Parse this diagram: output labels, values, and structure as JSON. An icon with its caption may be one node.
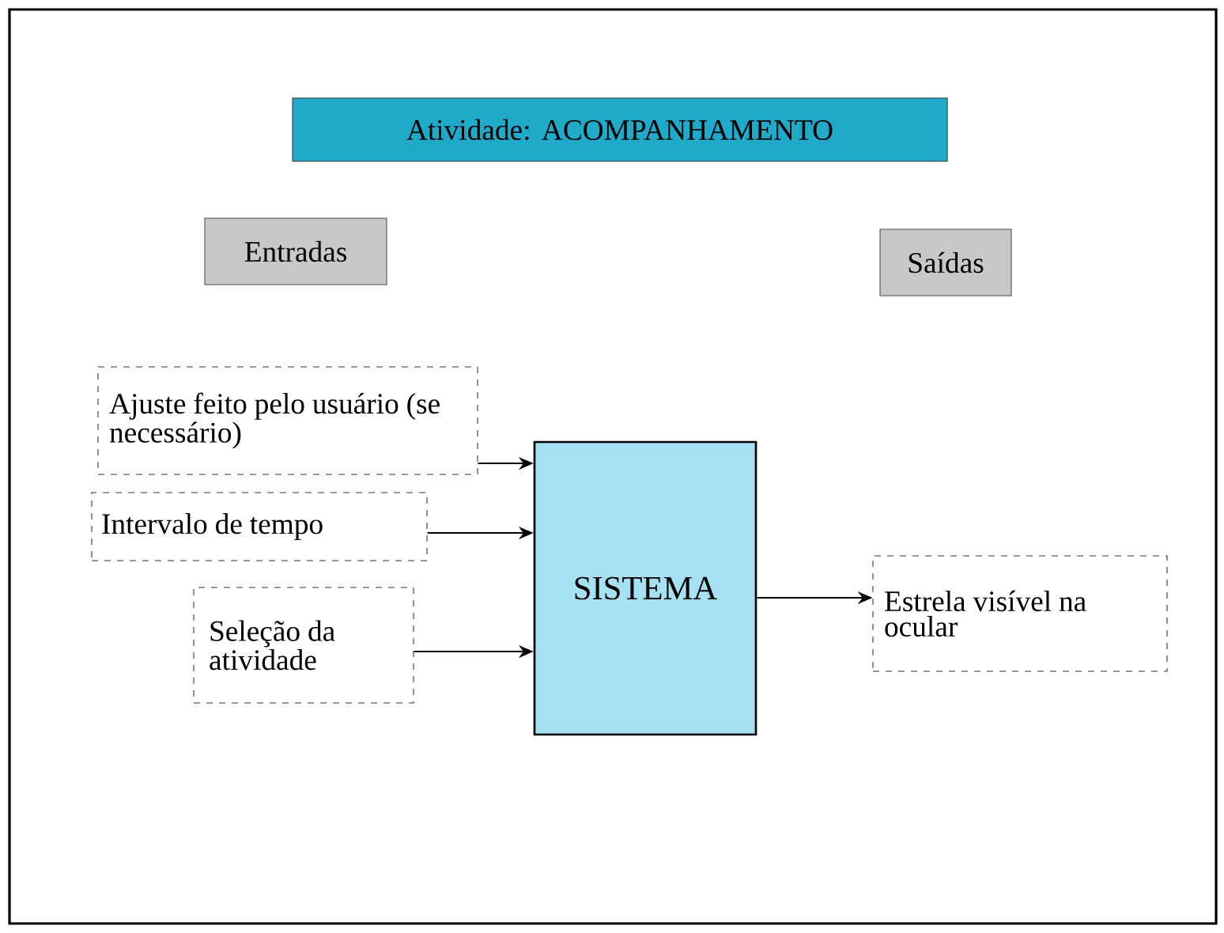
{
  "diagram": {
    "nodes": [
      {
        "text": [
          "Atividade: ACOMPANHAMENTO"
        ]
      },
      {
        "text": [
          "Entradas"
        ]
      },
      {
        "text": [
          "Saídas"
        ]
      },
      {
        "text": [
          "Ajuste feito pelo usuário (se necessário)"
        ]
      },
      {
        "text": [
          "Intervalo de tempo"
        ]
      },
      {
        "text": [
          "Seleção da atividade"
        ]
      },
      {
        "text": [
          "SISTEMA"
        ]
      },
      {
        "text": [
          "Estrela visível na ocular"
        ]
      }
    ],
    "edges": [
      {
        "from": 3,
        "to": 6,
        "arrow": "to"
      },
      {
        "from": 4,
        "to": 6,
        "arrow": "to"
      },
      {
        "from": 5,
        "to": 6,
        "arrow": "to"
      },
      {
        "from": 6,
        "to": 7,
        "arrow": "to"
      }
    ]
  }
}
